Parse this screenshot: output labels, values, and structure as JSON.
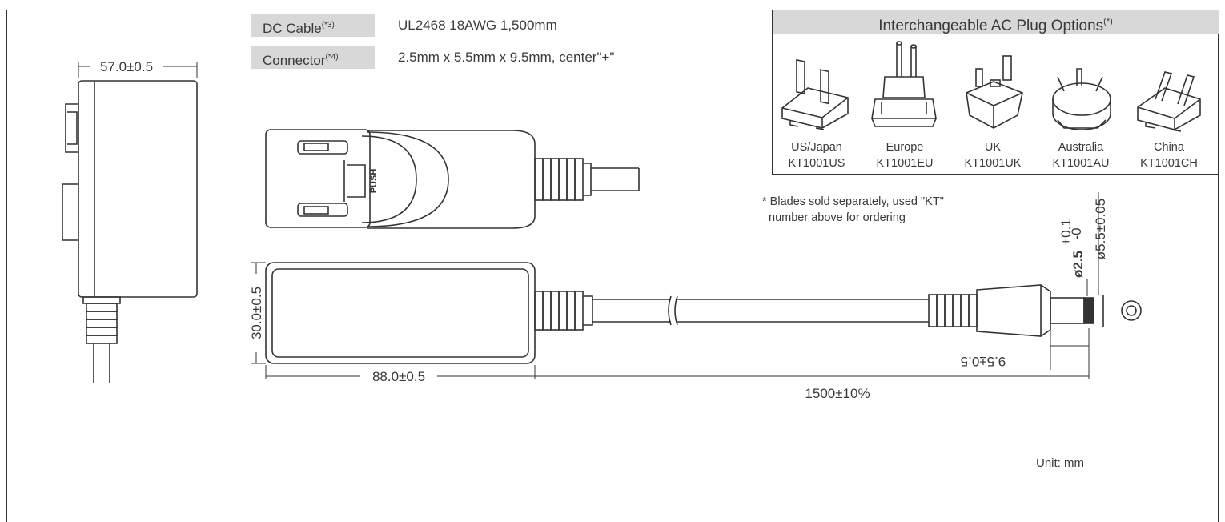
{
  "specs": [
    {
      "label": "DC Cable",
      "note": "(*3)",
      "value": "UL2468 18AWG 1,500mm"
    },
    {
      "label": "Connector",
      "note": "(*4)",
      "value": "2.5mm x 5.5mm x 9.5mm, center\"+\""
    }
  ],
  "plug_options": {
    "title": "Interchangeable AC Plug Options",
    "title_note": "(*)",
    "plugs": [
      {
        "name": "US/Japan",
        "code": "KT1001US",
        "icon": "us-plug-icon"
      },
      {
        "name": "Europe",
        "code": "KT1001EU",
        "icon": "eu-plug-icon"
      },
      {
        "name": "UK",
        "code": "KT1001UK",
        "icon": "uk-plug-icon"
      },
      {
        "name": "Australia",
        "code": "KT1001AU",
        "icon": "au-plug-icon"
      },
      {
        "name": "China",
        "code": "KT1001CH",
        "icon": "cn-plug-icon"
      }
    ],
    "footnote_line1": "* Blades sold separately, used \"KT\"",
    "footnote_line2": "number above for ordering"
  },
  "dimensions": {
    "side_width": "57.0±0.5",
    "body_height": "30.0±0.5",
    "body_length": "88.0±0.5",
    "cable_length": "1500±10%",
    "plug_length": "9.5±0.5",
    "inner_diameter": "ø2.5",
    "inner_tol_plus": "+0.1",
    "inner_tol_minus": "-0",
    "outer_diameter": "ø5.5±0.05",
    "push_label": "PUSH"
  },
  "unit": "Unit: mm"
}
